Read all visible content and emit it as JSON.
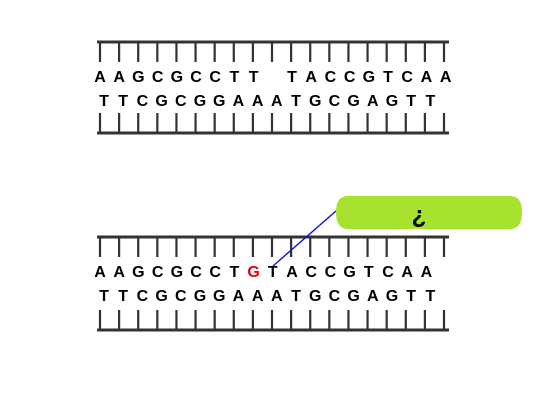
{
  "colors": {
    "backbone": "#333333",
    "text": "#000000",
    "mutation": "#e8000b",
    "callout_fill": "#a6e22e",
    "callout_line": "#1010cc"
  },
  "diagram": {
    "original": {
      "top_strand": [
        "A",
        "A",
        "G",
        "C",
        "G",
        "C",
        "C",
        "T",
        "T",
        "",
        "T",
        "A",
        "C",
        "C",
        "G",
        "T",
        "C",
        "A",
        "A"
      ],
      "bottom_strand": [
        "T",
        "T",
        "C",
        "G",
        "C",
        "G",
        "G",
        "A",
        "A",
        "A",
        "T",
        "G",
        "C",
        "G",
        "A",
        "G",
        "T",
        "T"
      ]
    },
    "mutated": {
      "top_strand": [
        "A",
        "A",
        "G",
        "C",
        "G",
        "C",
        "C",
        "T",
        "G",
        "T",
        "A",
        "C",
        "C",
        "G",
        "T",
        "C",
        "A",
        "A"
      ],
      "mutation_index": 8,
      "bottom_strand": [
        "T",
        "T",
        "C",
        "G",
        "C",
        "G",
        "G",
        "A",
        "A",
        "A",
        "T",
        "G",
        "C",
        "G",
        "A",
        "G",
        "T",
        "T"
      ]
    },
    "callout": {
      "text": "¿",
      "icon": "question-hook-icon"
    }
  }
}
